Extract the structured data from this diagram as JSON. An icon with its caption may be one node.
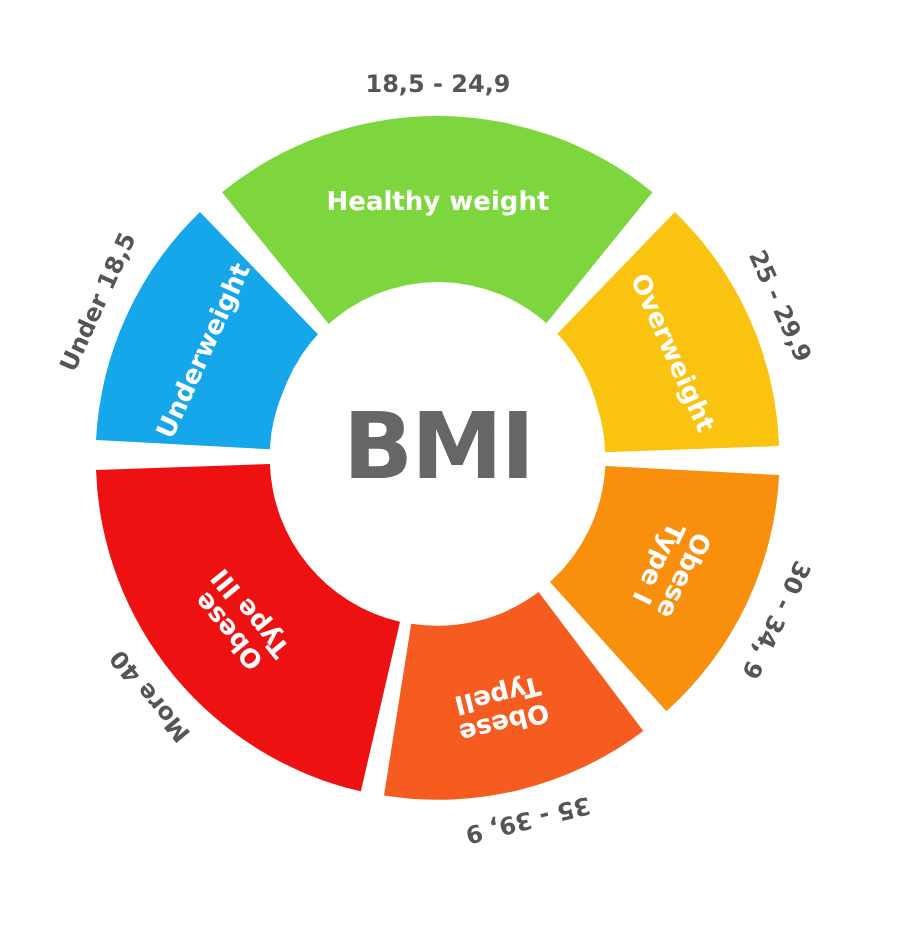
{
  "diagram": {
    "nodes": [
      {
        "text": [
          "Healthy weight"
        ],
        "beside": [
          "18,5 - 24,9"
        ]
      },
      {
        "text": [
          "Overweight"
        ],
        "beside": [
          "25 - 29,9"
        ]
      },
      {
        "text": [
          "Obese Type I"
        ],
        "beside": [
          "30 - 34, 9"
        ]
      },
      {
        "text": [
          "Obese TypeII"
        ],
        "beside": [
          "35 - 39, 9"
        ]
      },
      {
        "text": [
          "Obese Type III"
        ],
        "beside": [
          "More 40"
        ]
      },
      {
        "text": [
          "Underweight"
        ],
        "beside": [
          "Under 18,5"
        ]
      },
      {
        "text": [
          "BMI"
        ]
      }
    ]
  }
}
